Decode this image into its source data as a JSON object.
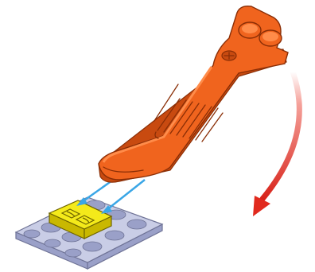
{
  "illustration": {
    "subject": "brick-separator-tool",
    "parts": {
      "tool": {
        "icon": "brick-separator-icon",
        "color": "#f0641e",
        "shade": "#c84a10",
        "highlight": "#ff8c4a",
        "outline": "#8a2e06"
      },
      "tile": {
        "icon": "yellow-tile-icon",
        "color": "#f4ea1a",
        "shade": "#c9b800",
        "outline": "#6e6400"
      },
      "base_plate": {
        "icon": "light-gray-plate-icon",
        "color": "#c9cde6",
        "shade": "#9aa0c8",
        "outline": "#6f7396"
      },
      "guide_arrows": {
        "icon": "blue-guide-arrow-icon",
        "color": "#3aa6e6",
        "count": 2
      },
      "rotation_arrow": {
        "icon": "red-curved-arrow-icon",
        "color": "#e12a1e",
        "direction": "clockwise"
      }
    }
  }
}
